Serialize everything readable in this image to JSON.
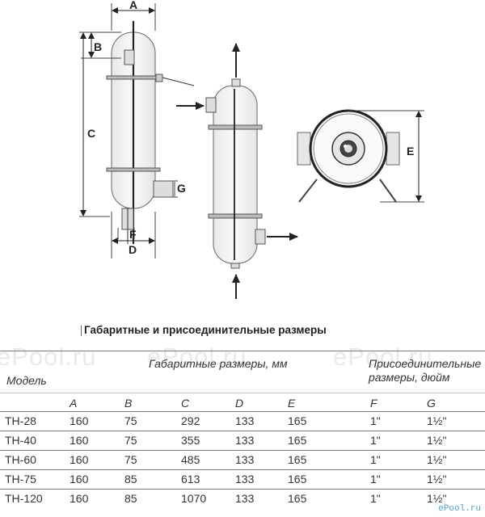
{
  "drawing": {
    "dimensions": [
      "A",
      "B",
      "C",
      "D",
      "E",
      "F",
      "G"
    ]
  },
  "title": "Габаритные и присоединительные размеры",
  "watermark": "ePool.ru",
  "table": {
    "model_header": "Модель",
    "gab_header": "Габаритные размеры, мм",
    "con_header_1": "Присоединительные",
    "con_header_2": "размеры, дюйм",
    "columns": [
      "A",
      "B",
      "C",
      "D",
      "E",
      "F",
      "G"
    ],
    "rows": [
      {
        "model": "TH-28",
        "values": [
          "160",
          "75",
          "292",
          "133",
          "165",
          "1\"",
          "1½\""
        ]
      },
      {
        "model": "TH-40",
        "values": [
          "160",
          "75",
          "355",
          "133",
          "165",
          "1\"",
          "1½\""
        ]
      },
      {
        "model": "TH-60",
        "values": [
          "160",
          "75",
          "485",
          "133",
          "165",
          "1\"",
          "1½\""
        ]
      },
      {
        "model": "TH-75",
        "values": [
          "160",
          "85",
          "613",
          "133",
          "165",
          "1\"",
          "1½\""
        ]
      },
      {
        "model": "TH-120",
        "values": [
          "160",
          "85",
          "1070",
          "133",
          "165",
          "1\"",
          "1½\""
        ]
      }
    ]
  },
  "brand": "ePool.ru"
}
